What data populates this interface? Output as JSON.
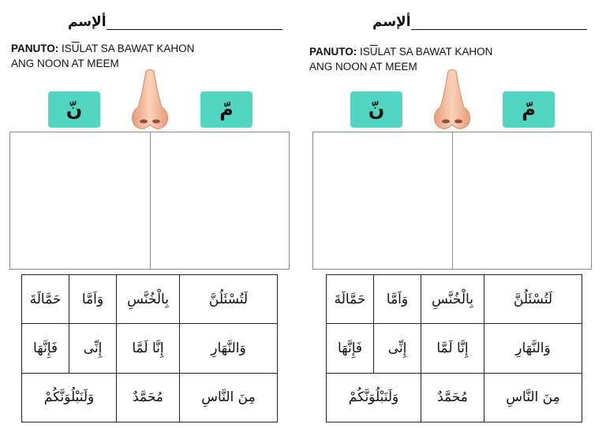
{
  "worksheet": {
    "name_label": "ألإسم",
    "instruction_bold": "PANUTO:",
    "instruction_pre": "IS",
    "instruction_overline": "U",
    "instruction_post": "LAT SA BAWAT KAHON",
    "instruction_line2": "ANG NOON AT MEEM",
    "badge_noon": "نّ",
    "badge_meem": "مّ",
    "accent_color": "#52d6c2",
    "words": [
      [
        "لَتُسْئَلُنَّ",
        "بِالْخُنَّسِ",
        "وَاَمَّا",
        "حَمَّالَةَ"
      ],
      [
        "وَالنَّهَارِ",
        "إِنَّا لَمَّا",
        "إِنِّى",
        "فَإِنَّهَا"
      ],
      [
        "مِنَ النَّاسِ",
        "مُحَمَّدٌ",
        "وَلَنَبْلُوَنَّكُمْ"
      ]
    ]
  }
}
